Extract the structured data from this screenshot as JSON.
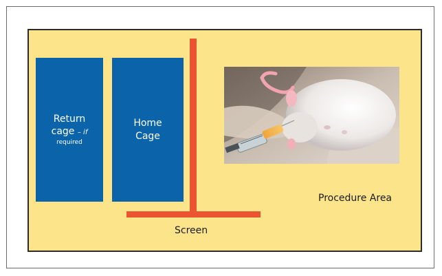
{
  "return_cage": {
    "line1": "Return",
    "line2": "cage",
    "line2_note": "– if",
    "line3": "required"
  },
  "home_cage": {
    "line1": "Home",
    "line2": "Cage"
  },
  "screen_label": "Screen",
  "procedure_label": "Procedure Area",
  "colors": {
    "area": "#fbe48a",
    "cage": "#0b64aa",
    "screen": "#ea5530"
  }
}
